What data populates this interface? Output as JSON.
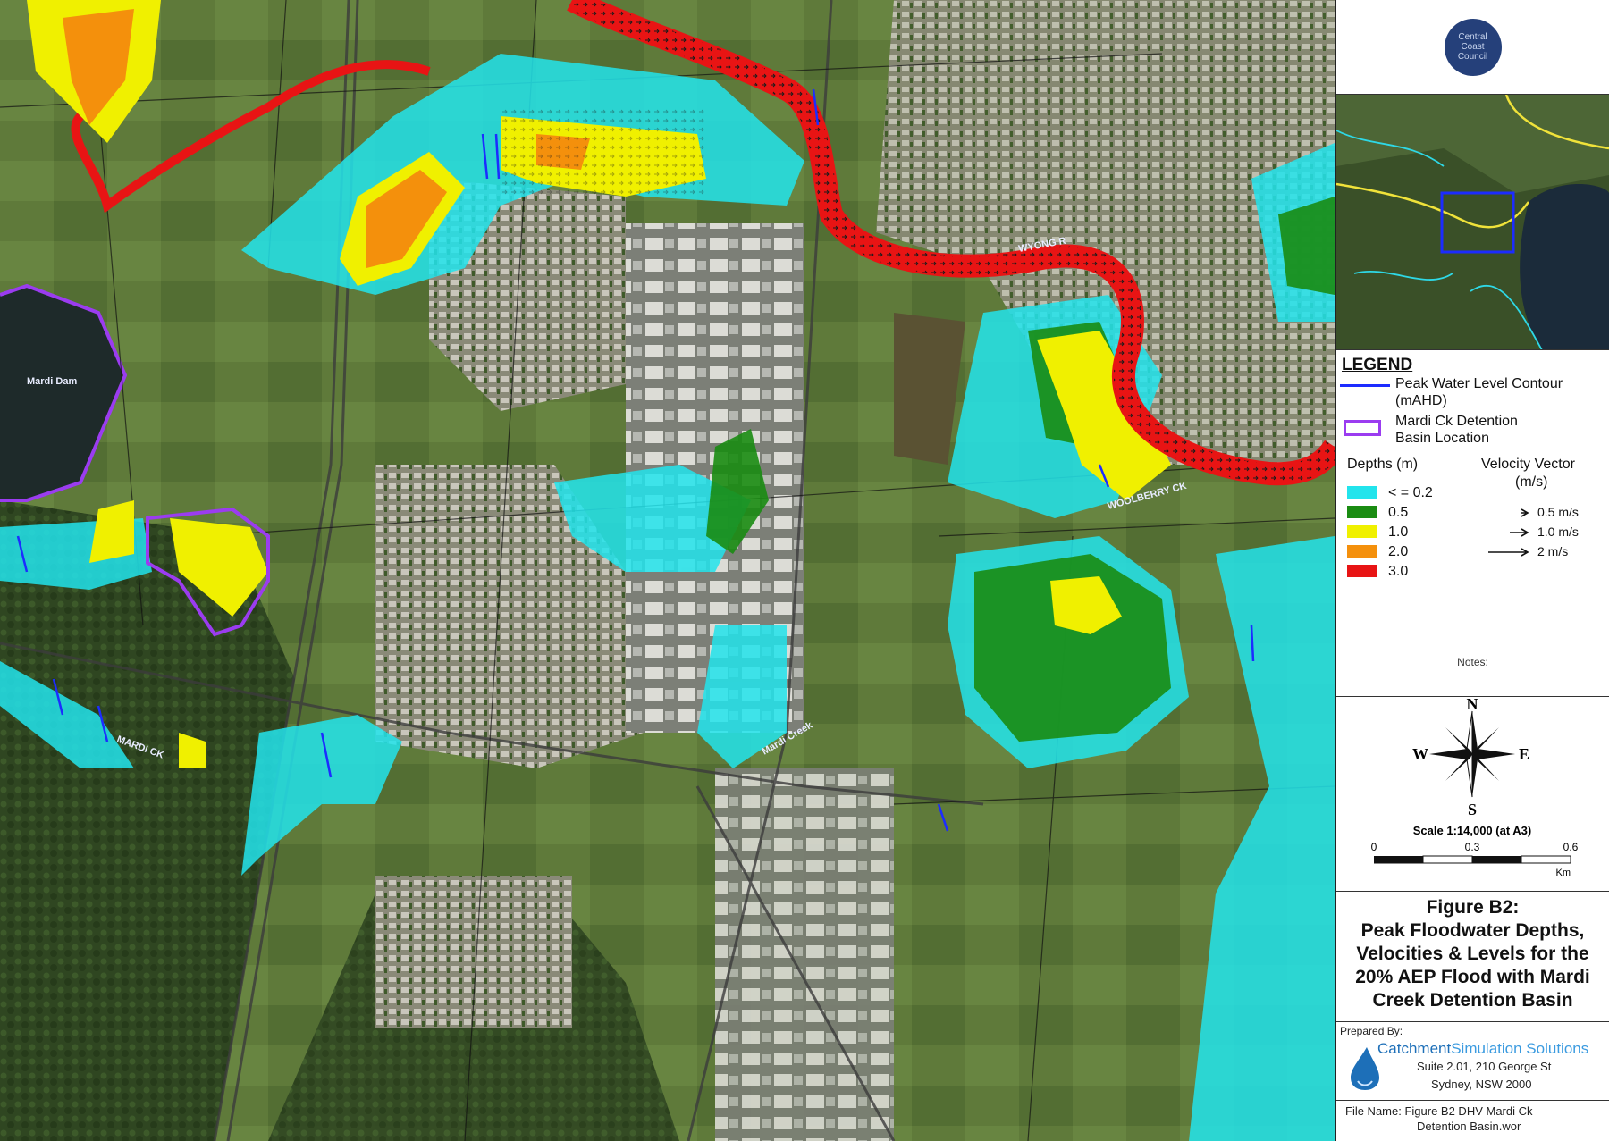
{
  "map": {
    "labels": {
      "mardi_dam": "Mardi Dam",
      "wyong_river": "WYONG R",
      "mardi_creek": "MARDI CK",
      "mardi_creek_2": "Mardi Creek",
      "wallarah_creek": "WOOLBERRY CK"
    }
  },
  "council": {
    "logo_lines": [
      "Central",
      "Coast",
      "Council"
    ]
  },
  "legend": {
    "title": "LEGEND",
    "contour_label": "Peak Water Level Contour",
    "contour_unit": "(mAHD)",
    "basin_label_1": "Mardi Ck Detention",
    "basin_label_2": "Basin Location",
    "depths_header": "Depths (m)",
    "velocity_header": "Velocity Vector",
    "velocity_unit": "(m/s)",
    "depth_items": [
      {
        "label": "< = 0.2",
        "color": "#22e4ec"
      },
      {
        "label": "0.5",
        "color": "#1a8c12"
      },
      {
        "label": "1.0",
        "color": "#f0f000"
      },
      {
        "label": "2.0",
        "color": "#f4900c"
      },
      {
        "label": "3.0",
        "color": "#e81414"
      }
    ],
    "velocity_items": [
      {
        "label": "0.5 m/s"
      },
      {
        "label": "1.0 m/s"
      },
      {
        "label": "2 m/s"
      }
    ]
  },
  "notes": {
    "label": "Notes:"
  },
  "compass": {
    "n": "N",
    "s": "S",
    "e": "E",
    "w": "W"
  },
  "scale": {
    "text": "Scale 1:14,000 (at A3)",
    "ticks": [
      "0",
      "0.3",
      "0.6"
    ],
    "unit": "Km"
  },
  "figure": {
    "number": "Figure B2:",
    "title_lines": [
      "Peak Floodwater Depths,",
      "Velocities & Levels for the",
      "20% AEP Flood with Mardi",
      "Creek Detention Basin"
    ]
  },
  "prepared": {
    "label": "Prepared By:",
    "company_1": "Catchment",
    "company_2": "Simulation Solutions",
    "address_1": "Suite 2.01, 210 George St",
    "address_2": "Sydney, NSW 2000"
  },
  "file": {
    "line_1": "File Name: Figure B2 DHV Mardi Ck",
    "line_2": "Detention Basin.wor"
  }
}
